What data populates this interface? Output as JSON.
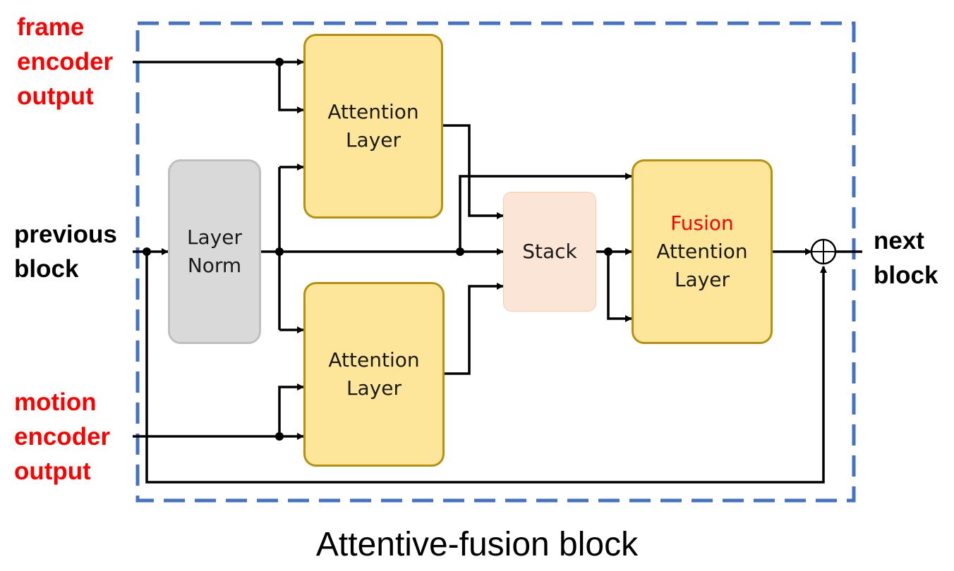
{
  "inputs": {
    "frame_encoder_output": "frame\nencoder\noutput",
    "previous_block": "previous\nblock",
    "motion_encoder_output": "motion\nencoder\noutput"
  },
  "output": {
    "next_block": "next\nblock"
  },
  "nodes": {
    "layer_norm": [
      "Layer",
      "Norm"
    ],
    "attention_top": [
      "Attention",
      "Layer"
    ],
    "attention_bottom": [
      "Attention",
      "Layer"
    ],
    "stack": "Stack",
    "fusion": {
      "highlight": "Fusion",
      "rest": [
        "Attention",
        "Layer"
      ]
    }
  },
  "caption": "Attentive-fusion block",
  "colors": {
    "accent_red": "#ff0000",
    "dashed_border": "#4472c4",
    "attention_fill": "#fde699",
    "attention_border": "#b8900f",
    "norm_fill": "#d9d9d9",
    "stack_fill": "#fbe5d6"
  },
  "icons": {
    "sum": "circled-plus-icon"
  }
}
